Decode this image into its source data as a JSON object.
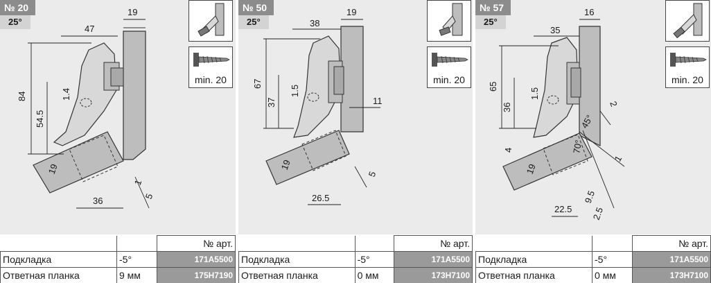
{
  "panels": [
    {
      "number": "№ 20",
      "angle": "25°",
      "screw_label": "min. 20",
      "dims": [
        "47",
        "19",
        "84",
        "54.5",
        "1.4",
        "19",
        "36",
        "1",
        "5"
      ],
      "table": {
        "header": "№ арт.",
        "rows": [
          {
            "name": "Подкладка",
            "value": "-5°",
            "art": "171A5500"
          },
          {
            "name": "Ответная планка",
            "value": "9 мм",
            "art": "175H7190"
          }
        ]
      }
    },
    {
      "number": "№ 50",
      "angle": "25°",
      "screw_label": "min. 20",
      "dims": [
        "38",
        "19",
        "67",
        "37",
        "1.5",
        "11",
        "19",
        "26.5",
        "5"
      ],
      "table": {
        "header": "№ арт.",
        "rows": [
          {
            "name": "Подкладка",
            "value": "-5°",
            "art": "171A5500"
          },
          {
            "name": "Ответная планка",
            "value": "0 мм",
            "art": "173H7100"
          }
        ]
      }
    },
    {
      "number": "№ 57",
      "angle": "25°",
      "screw_label": "min. 20",
      "dims": [
        "35",
        "16",
        "65",
        "36",
        "1.5",
        "2",
        "45°",
        "70°",
        "4",
        "19",
        "1",
        "22.5",
        "9.5",
        "2.5"
      ],
      "table": {
        "header": "№ арт.",
        "rows": [
          {
            "name": "Подкладка",
            "value": "-5°",
            "art": "171A5500"
          },
          {
            "name": "Ответная планка",
            "value": "0 мм",
            "art": "173H7100"
          }
        ]
      }
    }
  ],
  "colors": {
    "drawing_bg": "#ebebeb",
    "number_tag": "#8c8c8c",
    "angle_tag": "#d3d3d3",
    "art_cell": "#9a9a9a",
    "part_gray": "#bdbdbd"
  }
}
